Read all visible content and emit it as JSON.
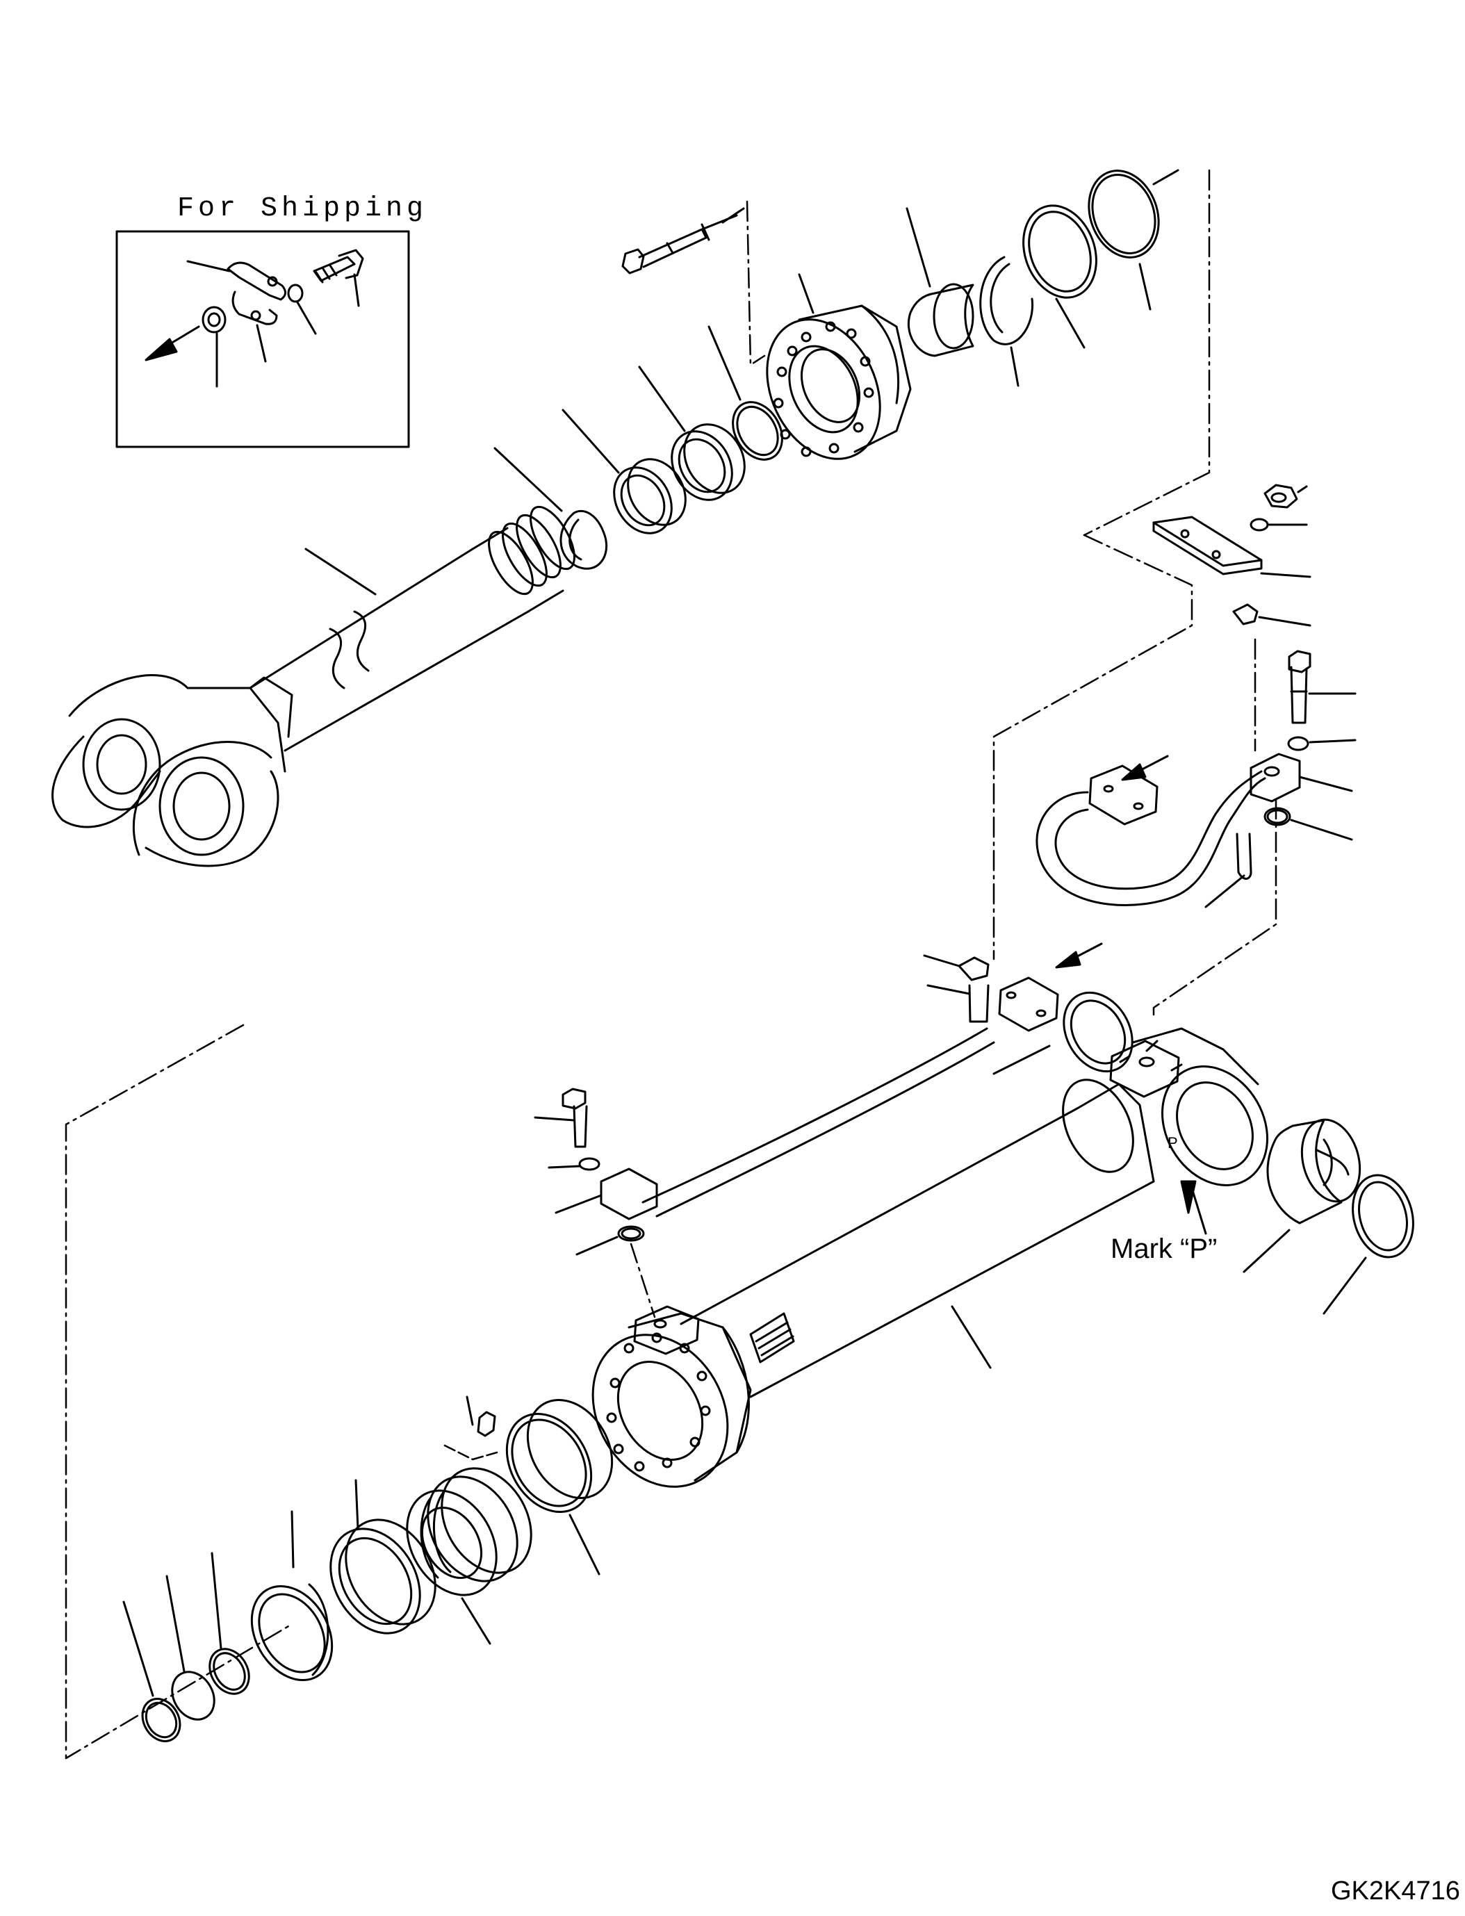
{
  "labels": {
    "for_shipping": "For Shipping",
    "mark_p": "Mark “P”",
    "plate_letter": "P",
    "drawing_id": "GK2K4716"
  },
  "colors": {
    "line": "#000000",
    "background": "#ffffff"
  }
}
